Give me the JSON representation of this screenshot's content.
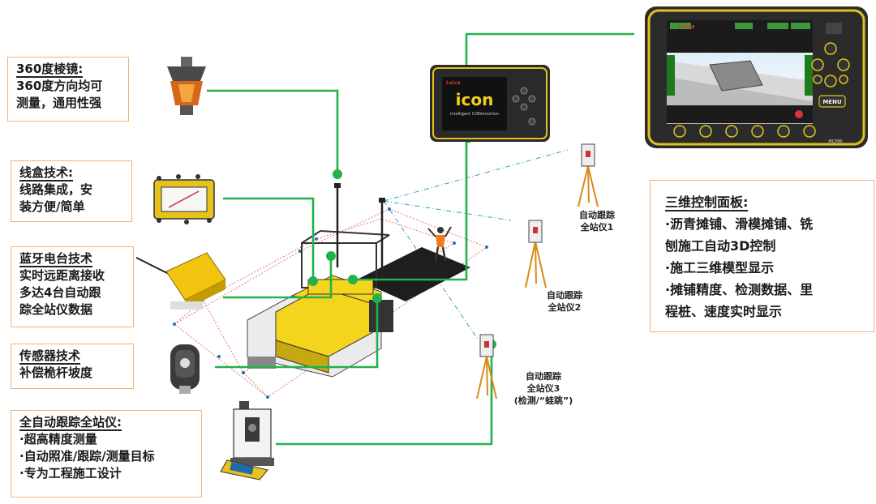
{
  "colors": {
    "connector": "#22b24c",
    "box_border": "#f0b27a",
    "paver_yellow": "#f4d41c",
    "tripod": "#d98a1a"
  },
  "boxes": {
    "prism": {
      "title": "360度棱镜:",
      "lines": [
        "360度方向均可",
        "测量，通用性强"
      ]
    },
    "harness": {
      "title": "线盒技术:",
      "lines": [
        "线路集成，安",
        "装方便/简单"
      ]
    },
    "bluetooth": {
      "title": "蓝牙电台技术",
      "lines": [
        "实时远距离接收",
        "多达4台自动跟",
        "踪全站仪数据"
      ]
    },
    "sensor": {
      "title": "传感器技术",
      "lines": [
        "补偿桅杆坡度"
      ]
    },
    "totalstation": {
      "title": "全自动跟踪全站仪:",
      "lines": [
        "·超高精度测量",
        "·自动照准/跟踪/测量目标",
        "·专为工程施工设计"
      ]
    },
    "panel": {
      "title": "三维控制面板:",
      "lines": [
        "·沥青摊铺、滑模摊铺、铣",
        "刨施工自动3D控制",
        "·施工三维模型显示",
        "·摊铺精度、检测数据、里",
        "程桩、速度实时显示"
      ]
    }
  },
  "stations": {
    "s1": {
      "lines": [
        "自动跟踪",
        "全站仪1"
      ]
    },
    "s2": {
      "lines": [
        "自动跟踪",
        "全站仪2"
      ]
    },
    "s3": {
      "lines": [
        "自动跟踪",
        "全站仪3",
        "(检测/“蛙跳”)"
      ]
    }
  },
  "devices": {
    "icon_logo": "icon",
    "icon_sub": "intelligent CONstruction",
    "leica_brand": "Leica",
    "panel_menu": "MENU",
    "panel_model": "MCP80"
  },
  "icons": [
    "prism-icon",
    "cable-box-icon",
    "radio-icon",
    "tilt-sensor-icon",
    "total-station-icon",
    "tripod-icon",
    "paver-icon",
    "control-panel-icon",
    "icon-tablet-icon"
  ]
}
